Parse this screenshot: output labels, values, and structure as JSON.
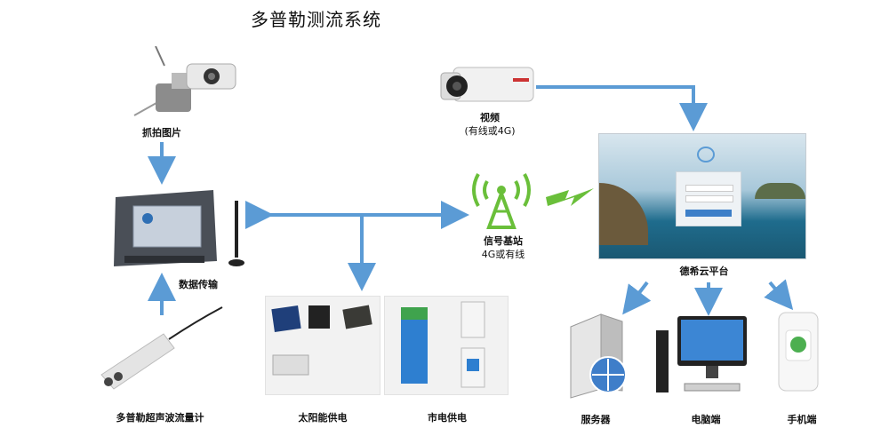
{
  "title": "多普勒测流系统",
  "nodes": {
    "camera": {
      "label": "抓拍图片"
    },
    "video": {
      "label": "视频",
      "sublabel": "(有线或4G)"
    },
    "transmission": {
      "label": "数据传输"
    },
    "base_station": {
      "label": "信号基站",
      "sublabel": "4G或有线"
    },
    "platform": {
      "label": "德希云平台"
    },
    "flowmeter": {
      "label": "多普勒超声波流量计"
    },
    "solar": {
      "label": "太阳能供电"
    },
    "mains": {
      "label": "市电供电"
    },
    "server": {
      "label": "服务器"
    },
    "pc": {
      "label": "电脑端"
    },
    "mobile": {
      "label": "手机端"
    }
  },
  "colors": {
    "arrow": "#5b9bd5",
    "signal": "#6abf3a"
  }
}
